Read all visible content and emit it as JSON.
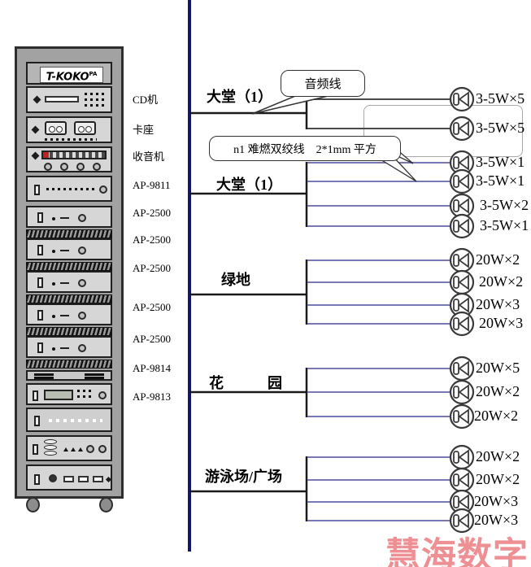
{
  "rack": {
    "brand": "T-KOKO",
    "brand_mark": "PA",
    "equipment_labels": [
      "CD机",
      "卡座",
      "收音机",
      "AP-9811",
      "AP-2500",
      "AP-2500",
      "AP-2500",
      "AP-2500",
      "AP-2500",
      "AP-9814",
      "AP-9813"
    ]
  },
  "callouts": {
    "audio_cable": "音频线",
    "twisted_pair": "n1 难燃双绞线　2*1mm 平方"
  },
  "zones": [
    {
      "name": "大堂（1）",
      "speakers": [
        "3-5W×5",
        "3-5W×5"
      ]
    },
    {
      "name": "大堂（1）",
      "speakers": [
        "3-5W×1",
        "3-5W×1",
        "3-5W×2",
        "3-5W×1"
      ]
    },
    {
      "name": "绿地",
      "speakers": [
        "20W×2",
        "20W×2",
        "20W×3",
        "20W×3"
      ]
    },
    {
      "name": "花　　　园",
      "speakers": [
        "20W×5",
        "20W×2",
        "20W×2"
      ]
    },
    {
      "name": "游泳场/广场",
      "speakers": [
        "20W×2",
        "20W×2",
        "20W×3",
        "20W×3"
      ]
    }
  ],
  "watermark": "慧海数字",
  "colors": {
    "bus_line": "#15156e",
    "branch_line": "#1a1a1a",
    "wire_dark": "#4a4a4a",
    "wire_purple": "#7878b4",
    "watermark": "#ee8f94"
  }
}
